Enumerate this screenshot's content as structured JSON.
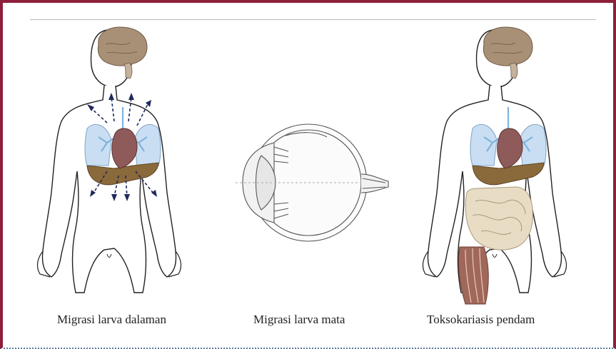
{
  "captions": {
    "visceral": "Migrasi larva dalaman",
    "ocular": "Migrasi larva mata",
    "covert": "Toksokariasis pendam"
  },
  "colors": {
    "frame": "#8e1f3a",
    "brain": "#a89076",
    "lungs": "#c9def2",
    "liver": "#8a6a3a",
    "heart": "#8f5a5a",
    "intestine": "#e8dcc4",
    "muscle": "#a0685a",
    "arrows": "#1f2a5a"
  }
}
